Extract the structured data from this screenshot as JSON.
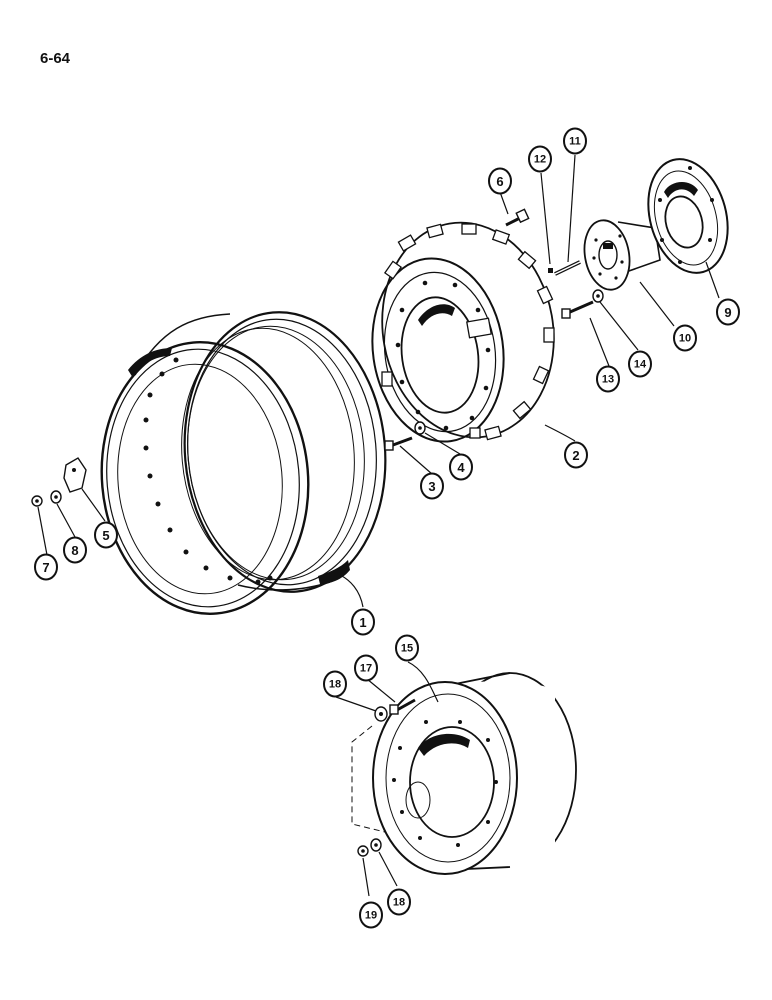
{
  "page_number": "6-64",
  "callouts": [
    "1",
    "2",
    "3",
    "4",
    "5",
    "6",
    "7",
    "8",
    "9",
    "10",
    "11",
    "12",
    "13",
    "14",
    "15",
    "17",
    "18",
    "18",
    "19"
  ]
}
